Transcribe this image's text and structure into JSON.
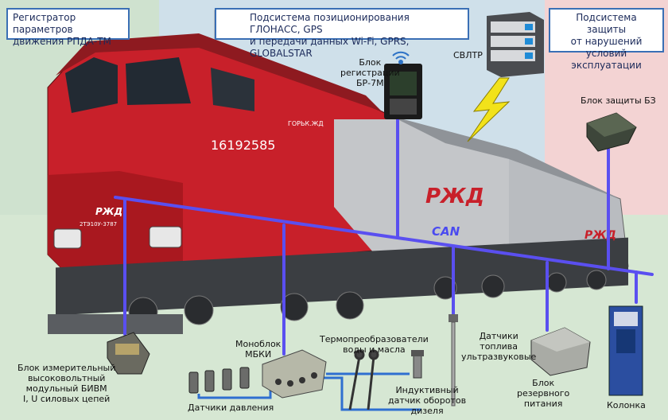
{
  "headers": {
    "left": [
      "Регистратор параметров",
      "движения РПДА-ТМ"
    ],
    "center": [
      "Подсистема позиционирования ГЛОНАСС, GPS",
      "и передачи данных Wi-Fi, GPRS, GLOBALSTAR"
    ],
    "right": [
      "Подсистема защиты",
      "от нарушений",
      "условий эксплуатации"
    ]
  },
  "locomotive": {
    "number": "16192585",
    "road": "ГОРЬК.ЖД",
    "front_number": "2ТЭ10У-3787",
    "logo": "РЖД"
  },
  "bus_label": "CAN",
  "devices": {
    "br7m": [
      "Блок",
      "регистрации",
      "БР-7М"
    ],
    "svltr": "СВЛТР",
    "bz": "Блок защиты БЗ",
    "bivm": [
      "Блок измерительный",
      "высоковольтный",
      "модульный БИВМ",
      "I, U силовых цепей"
    ],
    "mbki": [
      "Моноблок",
      "МБКИ"
    ],
    "pressure": "Датчики давления",
    "thermo": [
      "Термопреобразователи",
      "воды и масла"
    ],
    "inductive": [
      "Индуктивный",
      "датчик оборотов",
      "дизеля"
    ],
    "fuel": [
      "Датчики",
      "топлива",
      "ультразвуковые"
    ],
    "power": [
      "Блок",
      "резервного",
      "питания"
    ],
    "column": "Колонка"
  },
  "colors": {
    "bus": "#5a4ff0",
    "locomotive_red": "#c8202a",
    "locomotive_gray": "#b9bcc0",
    "box_border": "#3a6fb5",
    "lightning": "#f2e21a"
  }
}
